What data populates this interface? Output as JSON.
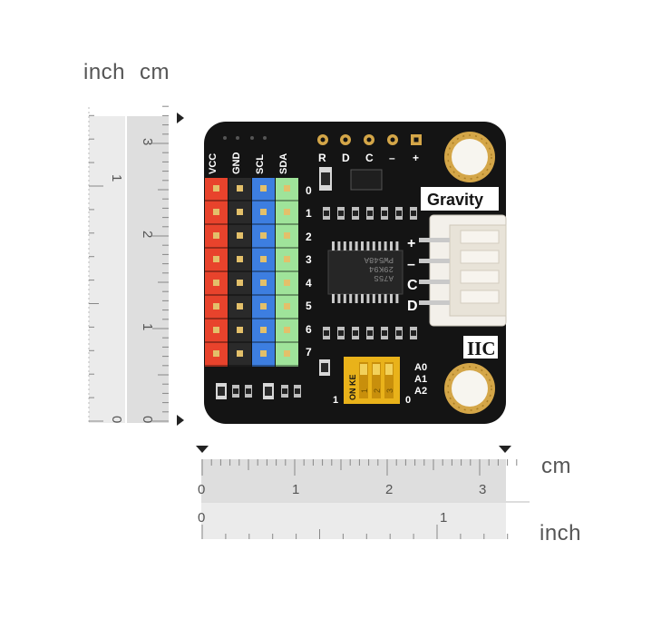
{
  "units": {
    "top_left_inch": "inch",
    "top_left_cm": "cm",
    "bottom_cm": "cm",
    "bottom_inch": "inch"
  },
  "vertical_ruler": {
    "cm_labels": [
      "3",
      "2",
      "1",
      "0"
    ],
    "inch_labels": [
      "1",
      "0"
    ]
  },
  "horizontal_ruler": {
    "cm_labels": [
      "0",
      "1",
      "2",
      "3"
    ],
    "inch_labels": [
      "0",
      "1"
    ]
  },
  "board": {
    "header_labels": [
      "VCC",
      "GND",
      "SCL",
      "SDA"
    ],
    "top_pins": [
      "R",
      "D",
      "C",
      "–",
      "+"
    ],
    "channel_numbers": [
      "0",
      "1",
      "2",
      "3",
      "4",
      "5",
      "6",
      "7"
    ],
    "brand": "Gravity",
    "interface": "IIC",
    "connector_pins": [
      "+",
      "–",
      "C",
      "D"
    ],
    "chip_text_1": "PW548A",
    "chip_text_2": "29K94",
    "chip_text_3": "A75S",
    "dip_on": "ON KE",
    "dip_positions": [
      "1",
      "2",
      "3"
    ],
    "dip_1": "1",
    "dip_0": "0",
    "address_labels": [
      "A0",
      "A1",
      "A2"
    ],
    "colors": {
      "pcb": "#141414",
      "vcc": "#e8432c",
      "gnd": "#2a2a2a",
      "scl": "#3d7ee0",
      "sda": "#9fe39a",
      "gold": "#d4a648",
      "connector": "#f3f0ea",
      "dip": "#e9b21a"
    }
  }
}
